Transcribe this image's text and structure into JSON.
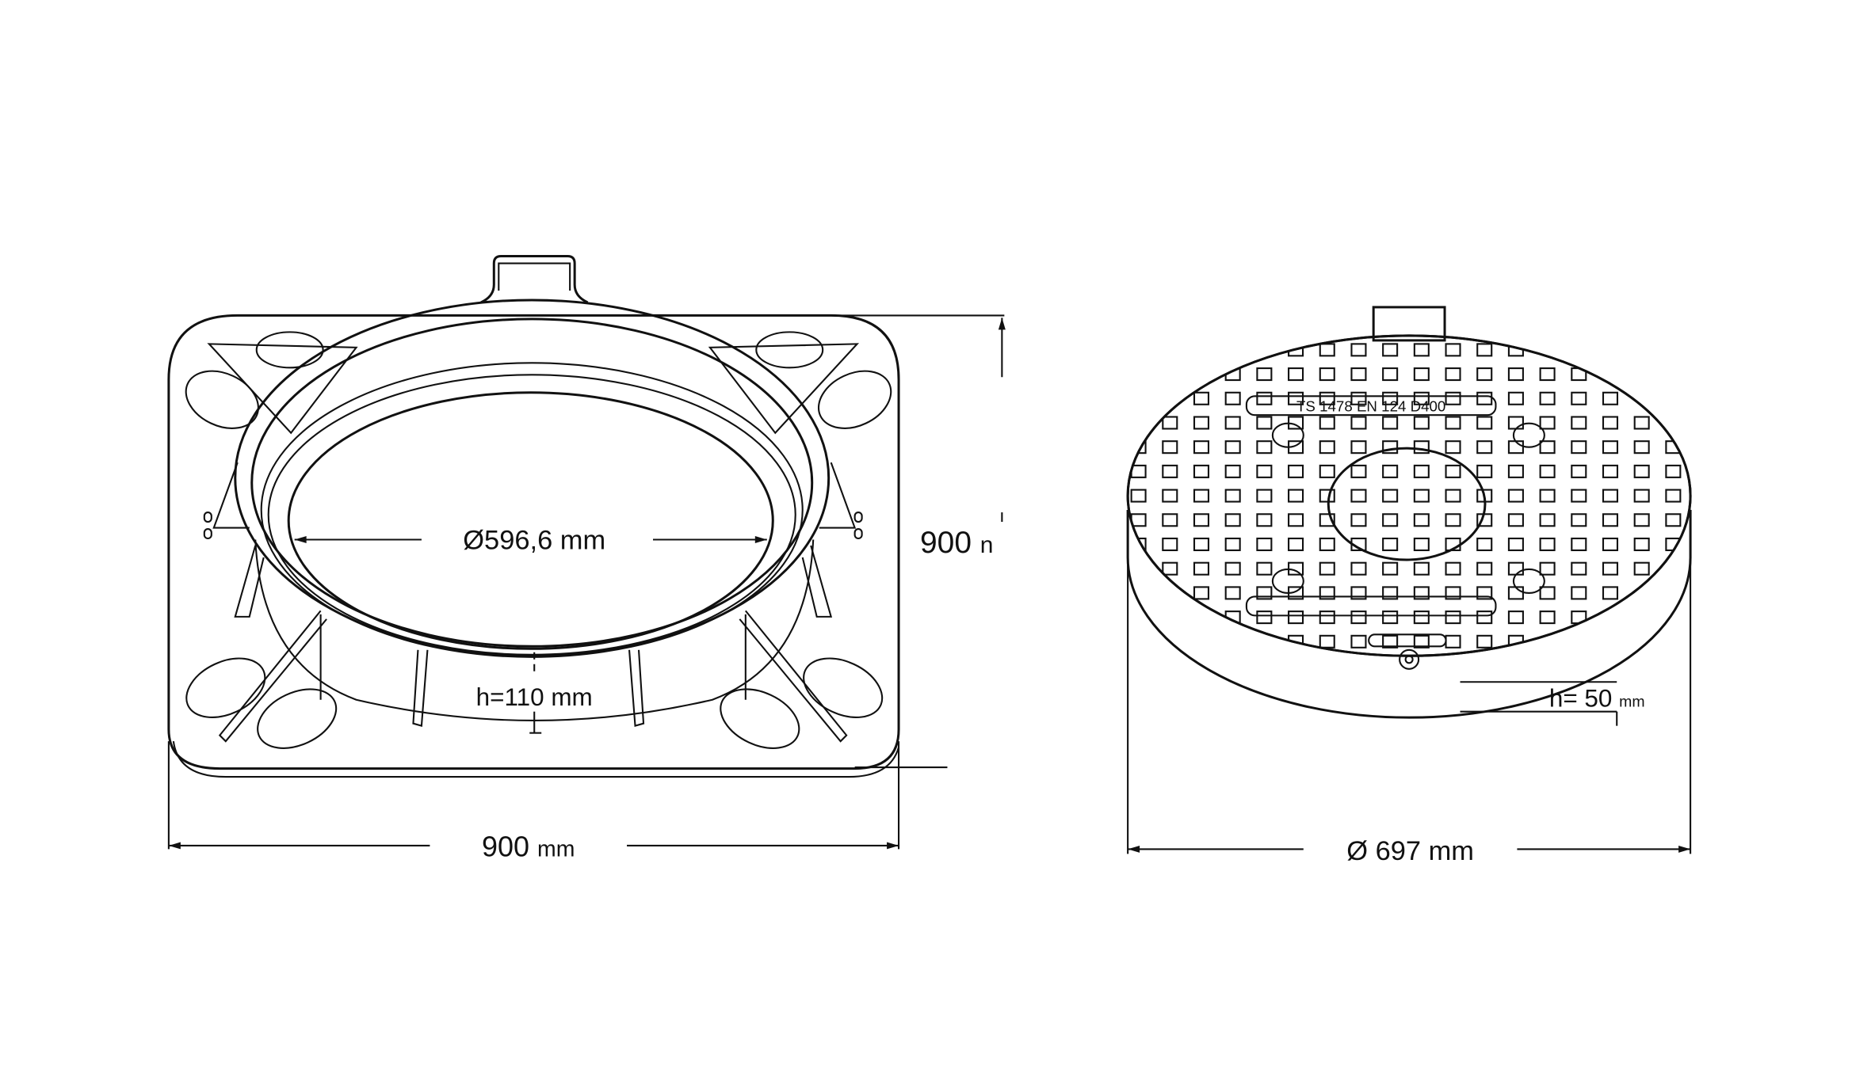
{
  "frame_drawing": {
    "inner_diameter_label": "Ø596,6 mm",
    "height_label": "h=110 mm",
    "width_label": "900",
    "width_unit": "mm",
    "depth_label": "900",
    "depth_unit": "n"
  },
  "cover_drawing": {
    "plaque_text": "TS 1478 EN 124 D400",
    "height_label": "h= 50",
    "height_unit": "mm",
    "diameter_label": "Ø 697 mm"
  },
  "colors": {
    "line": "#111111",
    "background": "#ffffff"
  }
}
